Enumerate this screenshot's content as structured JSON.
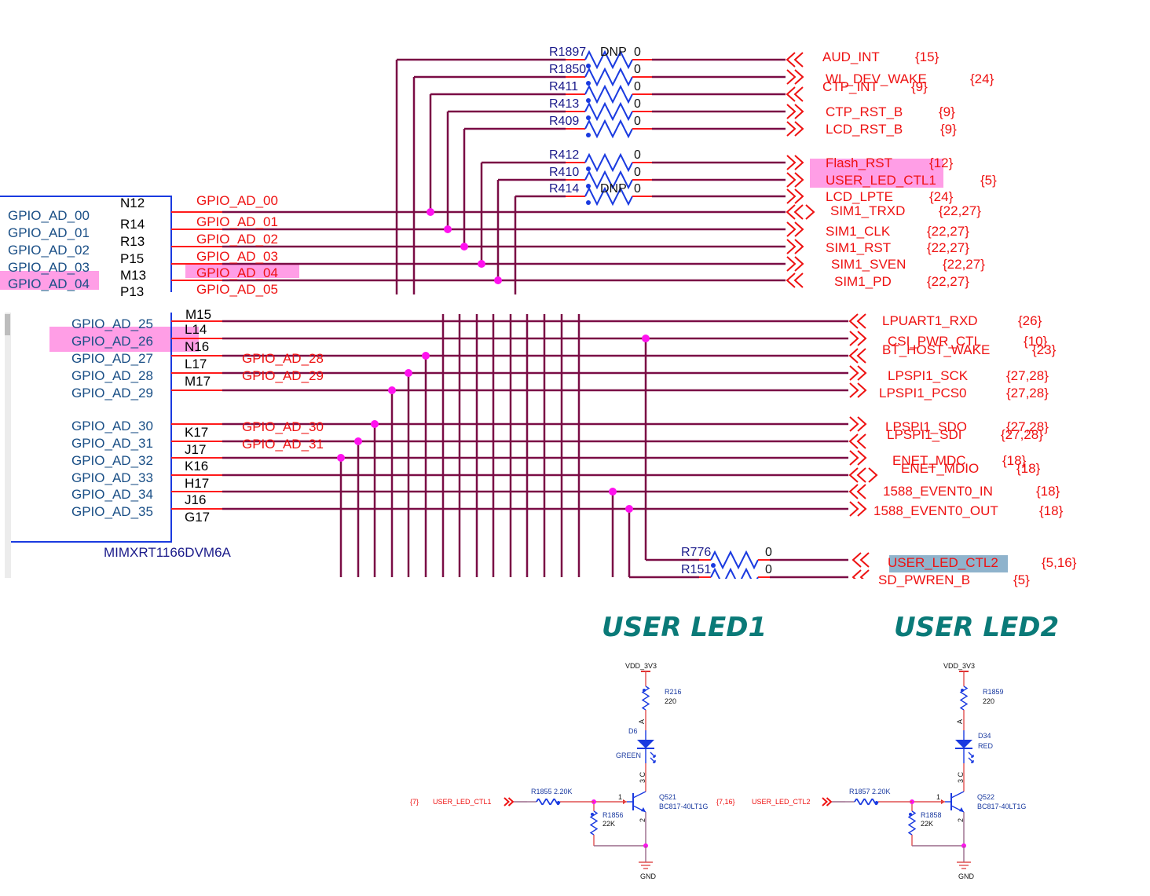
{
  "colors": {
    "wire": "#7a0c45",
    "pin_stub": "#ff1a1a",
    "junction": "#ff11ee",
    "symbol_blue": "#1a3ae0",
    "net_label": "#ee1111",
    "highlight_pink": "#ff9ee6",
    "highlight_blue": "#8fb3cc",
    "title_teal": "#0a7a78"
  },
  "top_panel": {
    "resistors": [
      {
        "ref": "R1897",
        "value": "0",
        "dnp": "DNP"
      },
      {
        "ref": "R1850",
        "value": "0",
        "dnp": ""
      },
      {
        "ref": "R411",
        "value": "0",
        "dnp": ""
      },
      {
        "ref": "R413",
        "value": "0",
        "dnp": ""
      },
      {
        "ref": "R409",
        "value": "0",
        "dnp": ""
      },
      {
        "ref": "R412",
        "value": "0",
        "dnp": ""
      },
      {
        "ref": "R410",
        "value": "0",
        "dnp": ""
      },
      {
        "ref": "R414",
        "value": "0",
        "dnp": "DNP"
      }
    ],
    "offpage": [
      {
        "net": "AUD_INT",
        "ref": "{15}",
        "dir": "in"
      },
      {
        "net": "WL_DEV_WAKE",
        "ref": "{24}",
        "dir": "out"
      },
      {
        "net": "CTP_INT",
        "ref": "{9}",
        "dir": "in"
      },
      {
        "net": "CTP_RST_B",
        "ref": "{9}",
        "dir": "out"
      },
      {
        "net": "LCD_RST_B",
        "ref": "{9}",
        "dir": "out"
      },
      {
        "net": "Flash_RST",
        "ref": "{12}",
        "dir": "out"
      },
      {
        "net": "USER_LED_CTL1",
        "ref": "{5}",
        "dir": "out"
      },
      {
        "net": "LCD_LPTE",
        "ref": "{24}",
        "dir": "out"
      },
      {
        "net": "SIM1_TRXD",
        "ref": "{22,27}",
        "dir": "bi"
      },
      {
        "net": "SIM1_CLK",
        "ref": "{22,27}",
        "dir": "out"
      },
      {
        "net": "SIM1_RST",
        "ref": "{22,27}",
        "dir": "out"
      },
      {
        "net": "SIM1_SVEN",
        "ref": "{22,27}",
        "dir": "out"
      },
      {
        "net": "SIM1_PD",
        "ref": "{22,27}",
        "dir": "in"
      }
    ],
    "pins": [
      {
        "name": "GPIO_AD_00",
        "ball": "N12",
        "net": "GPIO_AD_00"
      },
      {
        "name": "GPIO_AD_01",
        "ball": "R14",
        "net": "GPIO_AD_01"
      },
      {
        "name": "GPIO_AD_02",
        "ball": "R13",
        "net": "GPIO_AD_02"
      },
      {
        "name": "GPIO_AD_03",
        "ball": "P15",
        "net": "GPIO_AD_03"
      },
      {
        "name": "GPIO_AD_04",
        "ball": "M13",
        "net": "GPIO_AD_04"
      },
      {
        "name": "",
        "ball": "P13",
        "net": "GPIO_AD_05"
      }
    ]
  },
  "middle_panel": {
    "pins": [
      {
        "name": "GPIO_AD_25",
        "ball": "L14",
        "net": ""
      },
      {
        "name": "GPIO_AD_26",
        "ball": "N16",
        "net": ""
      },
      {
        "name": "GPIO_AD_27",
        "ball": "L17",
        "net": "GPIO_AD_28"
      },
      {
        "name": "GPIO_AD_28",
        "ball": "M17",
        "net": "GPIO_AD_29"
      },
      {
        "name": "GPIO_AD_29",
        "ball": "",
        "net": ""
      },
      {
        "name": "GPIO_AD_30",
        "ball": "K17",
        "net": "GPIO_AD_30"
      },
      {
        "name": "GPIO_AD_31",
        "ball": "J17",
        "net": "GPIO_AD_31"
      },
      {
        "name": "GPIO_AD_32",
        "ball": "K16",
        "net": ""
      },
      {
        "name": "GPIO_AD_33",
        "ball": "H17",
        "net": ""
      },
      {
        "name": "GPIO_AD_34",
        "ball": "J16",
        "net": ""
      },
      {
        "name": "GPIO_AD_35",
        "ball": "G17",
        "net": ""
      }
    ],
    "part_number": "MIMXRT1166DVM6A",
    "offpage": [
      {
        "net": "LPUART1_RXD",
        "ref": "{26}",
        "dir": "in"
      },
      {
        "net": "CSI_PWR_CTL",
        "ref": "{10}",
        "dir": "out"
      },
      {
        "net": "BT_HOST_WAKE",
        "ref": "{23}",
        "dir": "in"
      },
      {
        "net": "LPSPI1_SCK",
        "ref": "{27,28}",
        "dir": "out"
      },
      {
        "net": "LPSPI1_PCS0",
        "ref": "{27,28}",
        "dir": "out"
      },
      {
        "net": "LPSPI1_SDO",
        "ref": "{27,28}",
        "dir": "out"
      },
      {
        "net": "LPSPI1_SDI",
        "ref": "{27,28}",
        "dir": "in"
      },
      {
        "net": "ENET_MDC",
        "ref": "{18}",
        "dir": "out"
      },
      {
        "net": "ENET_MDIO",
        "ref": "{18}",
        "dir": "bi"
      },
      {
        "net": "1588_EVENT0_IN",
        "ref": "{18}",
        "dir": "in"
      },
      {
        "net": "1588_EVENT0_OUT",
        "ref": "{18}",
        "dir": "out"
      }
    ],
    "bottom_resistors": [
      {
        "ref": "R776",
        "value": "0",
        "net": "USER_LED_CTL2",
        "netref": "{5,16}"
      },
      {
        "ref": "R151",
        "value": "0",
        "net": "SD_PWREN_B",
        "netref": "{5}"
      }
    ]
  },
  "led_circuits": [
    {
      "title": "USER LED1",
      "supply": "VDD_3V3",
      "r_series": {
        "ref": "R216",
        "value": "220"
      },
      "led": {
        "ref": "D6",
        "color": "GREEN",
        "anode": "A"
      },
      "input": {
        "net": "USER_LED_CTL1",
        "ref": "{7}"
      },
      "r_base": {
        "ref": "R1855",
        "value": "2.20K"
      },
      "r_pull": {
        "ref": "R1856",
        "value": "22K"
      },
      "transistor": {
        "ref": "Q521",
        "part": "BC817-40LT1G",
        "pin_b": "1",
        "pin_c": "3 C",
        "pin_e": "2"
      },
      "ground": "GND"
    },
    {
      "title": "USER LED2",
      "supply": "VDD_3V3",
      "r_series": {
        "ref": "R1859",
        "value": "220"
      },
      "led": {
        "ref": "D34",
        "color": "RED",
        "anode": "A"
      },
      "input": {
        "net": "USER_LED_CTL2",
        "ref": "{7,16}"
      },
      "r_base": {
        "ref": "R1857",
        "value": "2.20K"
      },
      "r_pull": {
        "ref": "R1858",
        "value": "22K"
      },
      "transistor": {
        "ref": "Q522",
        "part": "BC817-40LT1G",
        "pin_b": "1",
        "pin_c": "3 C",
        "pin_e": "2"
      },
      "ground": "GND"
    }
  ]
}
